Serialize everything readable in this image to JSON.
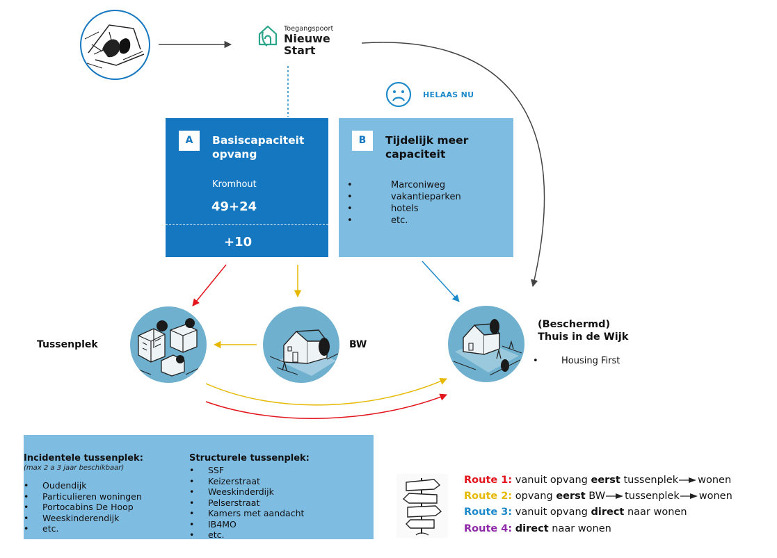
{
  "logo": {
    "name_small": "Toegangspoort",
    "name_line1": "Nieuwe",
    "name_line2": "Start"
  },
  "status": {
    "label": "HELAAS NU",
    "icon": "sad-face-icon",
    "color": "#1f8acb"
  },
  "box_a": {
    "badge": "A",
    "title_line1": "Basiscapaciteit",
    "title_line2": "opvang",
    "location": "Kromhout",
    "capacity": "49+24",
    "extra": "+10",
    "color": "#1577c0"
  },
  "box_b": {
    "badge": "B",
    "title_line1": "Tijdelijk meer",
    "title_line2": "capaciteit",
    "items": [
      "Marconiweg",
      "vakantieparken",
      "hotels",
      "etc."
    ],
    "color": "#7fbce2"
  },
  "nodes": {
    "tussenplek": "Tussenplek",
    "bw": "BW",
    "thuis_line1": "(Beschermd)",
    "thuis_line2": "Thuis in de Wijk",
    "thuis_items": [
      "Housing First"
    ]
  },
  "panel": {
    "incidenteel": {
      "title": "Incidentele tussenplek:",
      "note": "(max 2 a 3 jaar beschikbaar)",
      "items": [
        "Oudendijk",
        "Particulieren woningen",
        "Portocabins De Hoop",
        "Weeskinderendijk",
        "etc."
      ]
    },
    "structureel": {
      "title": "Structurele tussenplek:",
      "items": [
        "SSF",
        "Keizerstraat",
        "Weeskinderdijk",
        "Pelserstraat",
        "Kamers met aandacht",
        "IB4MO",
        "etc."
      ]
    }
  },
  "routes": [
    {
      "label": "Route 1:",
      "color": "#e3141b",
      "parts": [
        "vanuit opvang ",
        "eerst",
        " tussenplek",
        "wonen"
      ]
    },
    {
      "label": "Route 2:",
      "color": "#e6b800",
      "parts": [
        "opvang ",
        "eerst",
        " BW",
        "tussenplek",
        "wonen"
      ]
    },
    {
      "label": "Route 3:",
      "color": "#1f8acb",
      "parts": [
        "vanuit opvang ",
        "direct",
        " naar wonen"
      ]
    },
    {
      "label": "Route 4:",
      "color": "#8e2aa8",
      "parts": [
        "direct",
        " naar wonen"
      ]
    }
  ],
  "icons": {
    "start_illustration": "homeless-person-illustration-icon",
    "tussenplek": "buildings-illustration-icon",
    "bw": "house-illustration-icon",
    "thuis": "neighbourhood-house-illustration-icon",
    "signpost": "signpost-icon"
  },
  "colors": {
    "connector_grey": "#444444",
    "red": "#e3141b",
    "yellow": "#e6b800",
    "blue": "#1f8acb",
    "circle_fill": "#6fb0cf"
  }
}
